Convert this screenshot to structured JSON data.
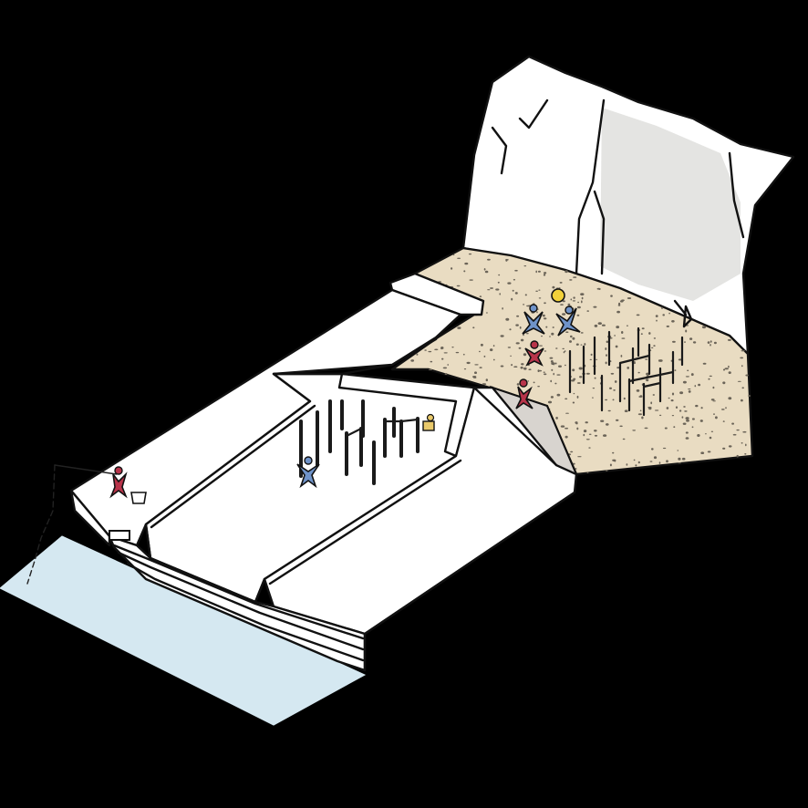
{
  "scene": {
    "background_color": "#000000",
    "paper_color": "#ffffff",
    "water_color": "#d5e8f1",
    "sand_color": "#e9dcc2",
    "sand_speck_color": "#6b6458",
    "rock_shade_color": "#e4e4e2",
    "ramp_shade_color": "#d8d4cf",
    "figure_blue": "#6f93c9",
    "figure_red": "#b8344a",
    "ball_yellow": "#f2d13a",
    "icons": [
      "cliff-rock",
      "sand-beach",
      "water-basin",
      "stepped-platforms",
      "exercise-posts",
      "human-figures",
      "beach-ball",
      "ramp"
    ]
  }
}
